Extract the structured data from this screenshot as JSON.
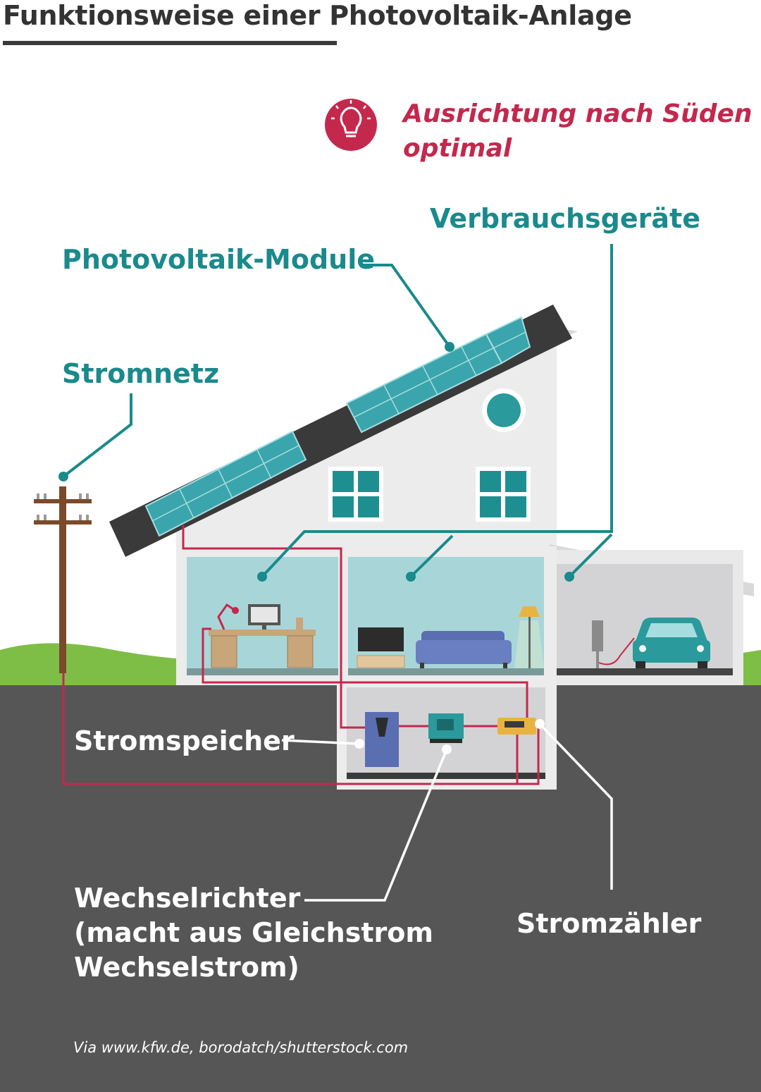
{
  "title": "Funktionsweise einer Photovoltaik-Anlage",
  "tip": {
    "icon": "lightbulb-icon",
    "line1": "Ausrichtung nach Süden",
    "line2": "optimal",
    "color": "#c4284d"
  },
  "labels": {
    "modules": "Photovoltaik-Module",
    "grid": "Stromnetz",
    "devices": "Verbrauchsgeräte",
    "storage": "Stromspeicher",
    "inverter_line1": "Wechselrichter",
    "inverter_line2": "(macht aus Gleichstrom",
    "inverter_line3": "Wechselstrom)",
    "meter": "Stromzähler"
  },
  "credit": "Via www.kfw.de, borodatch/shutterstock.com",
  "colors": {
    "label_teal": "#1a8a8c",
    "ground": "#565656",
    "wire": "#c4284d",
    "house_wall": "#ececec",
    "room": "#a8d6d8",
    "grass": "#7fbe46"
  }
}
